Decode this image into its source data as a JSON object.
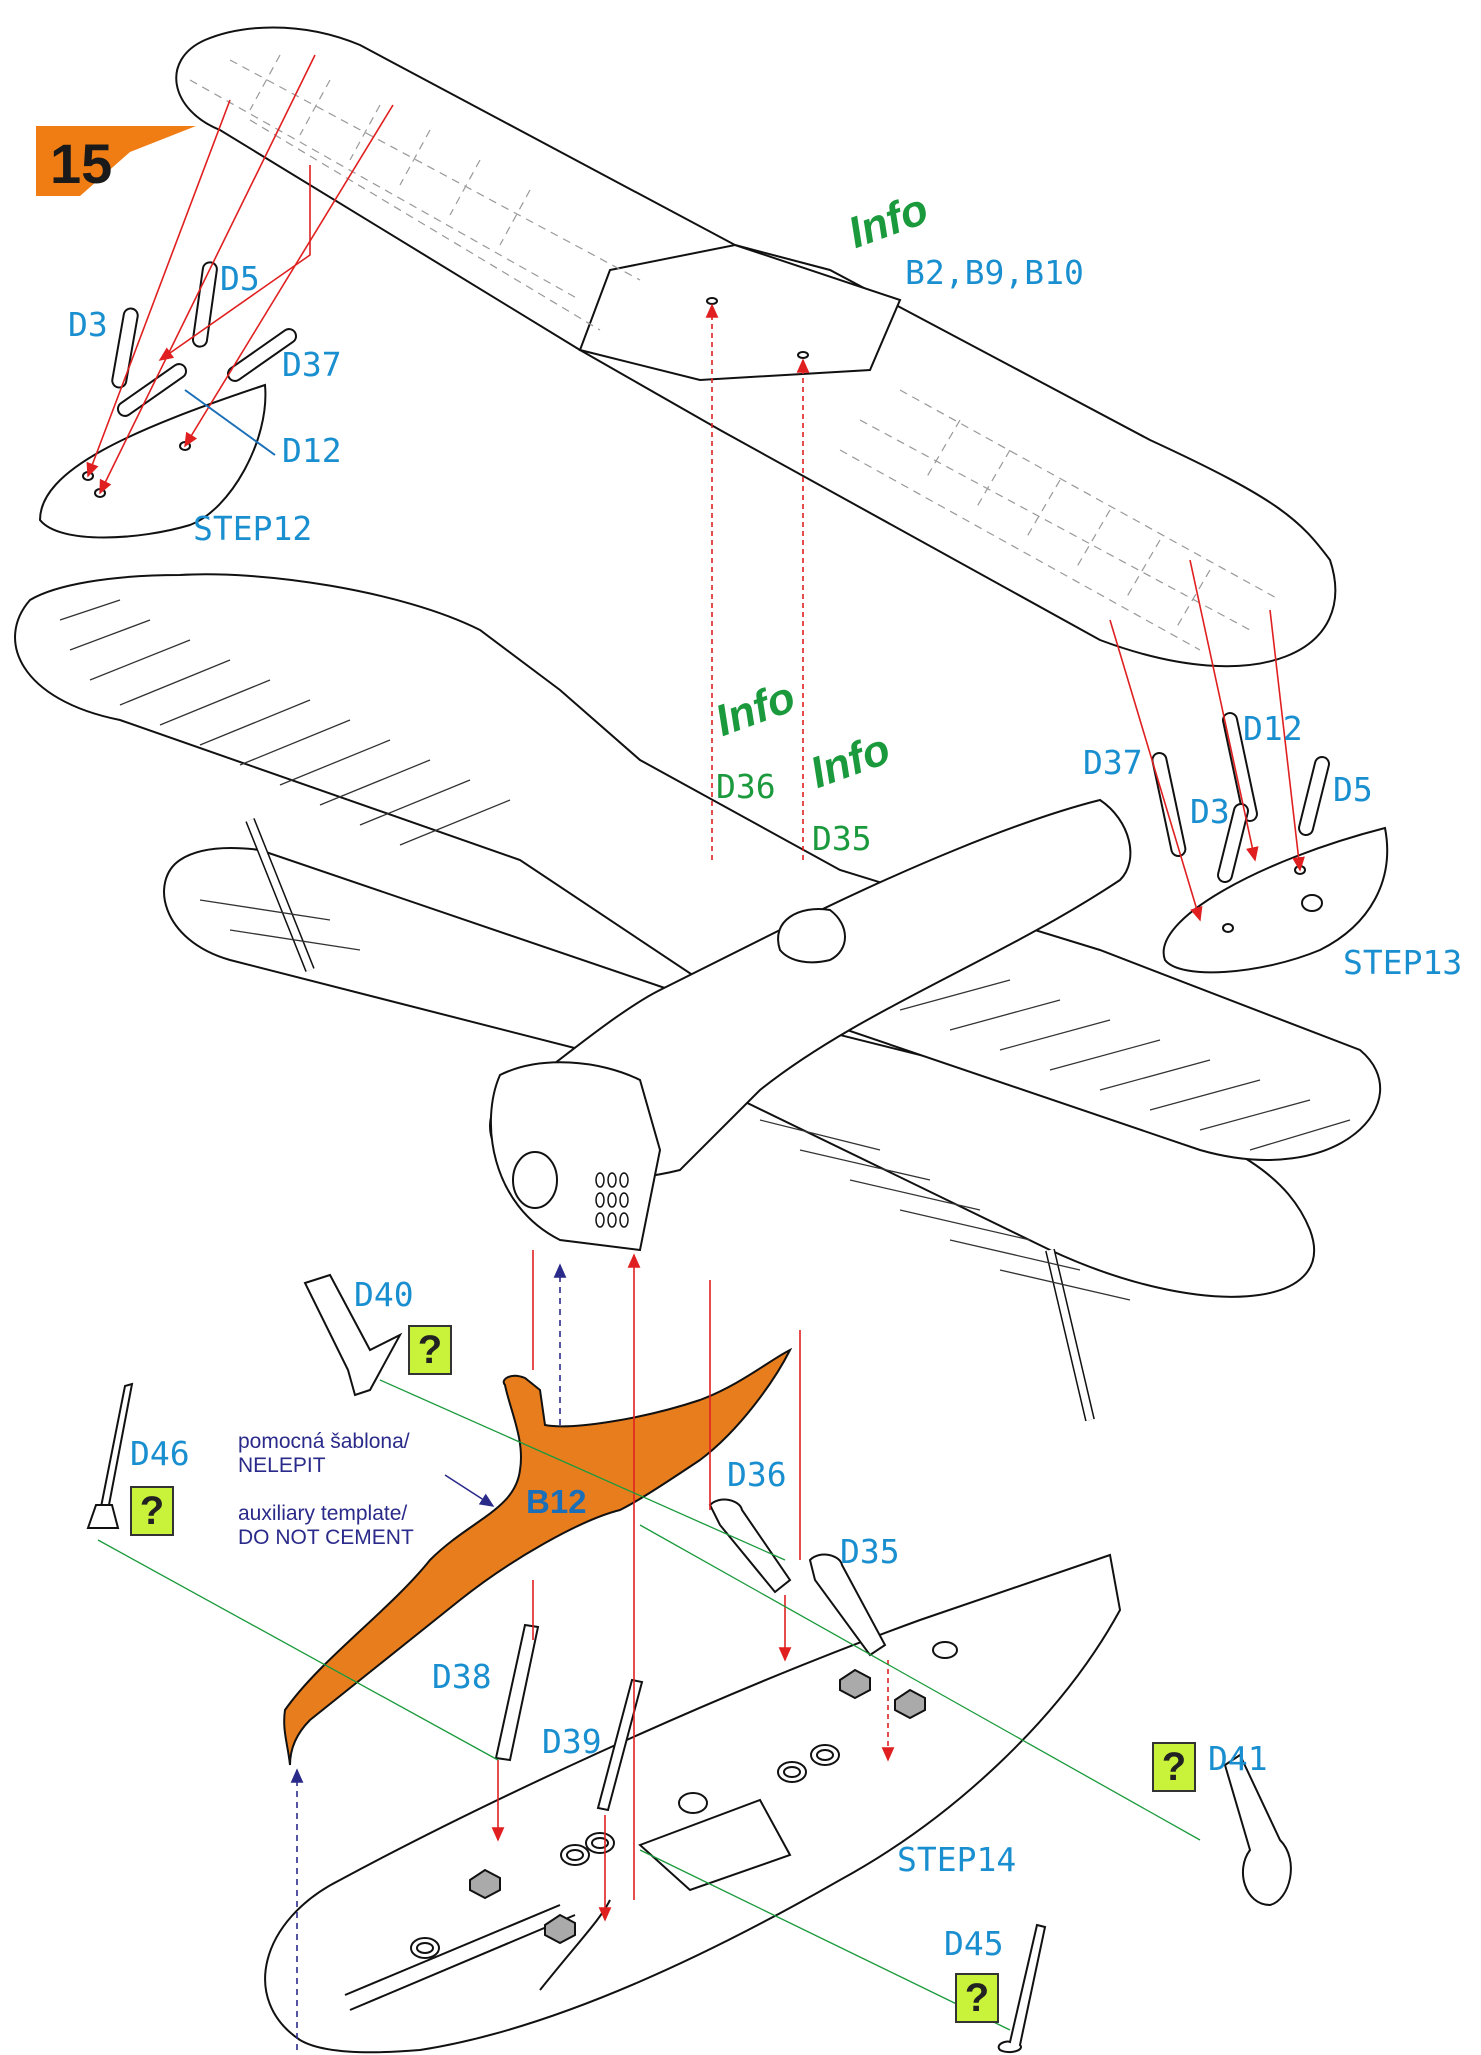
{
  "step_number": "15",
  "info_word": "Info",
  "info_refs": {
    "top_wing": "B2,B9,B10",
    "d36": "D36",
    "d35": "D35"
  },
  "step_labels": {
    "step12": "STEP12",
    "step13": "STEP13",
    "step14": "STEP14"
  },
  "part_labels": {
    "d3_left": "D3",
    "d5_left": "D5",
    "d37_left": "D37",
    "d12_left": "D12",
    "d37_right": "D37",
    "d12_right": "D12",
    "d3_right": "D3",
    "d5_right": "D5",
    "d40": "D40",
    "d46": "D46",
    "d36": "D36",
    "d35": "D35",
    "d38": "D38",
    "d39": "D39",
    "d41": "D41",
    "d45": "D45"
  },
  "template_part": "B12",
  "template_note": {
    "line1": "pomocná šablona/",
    "line2": "NELEPIT",
    "line3": "auxiliary template/",
    "line4": "DO NOT CEMENT"
  },
  "question_mark": "?",
  "colors": {
    "part_label": "#1a8fd0",
    "info": "#1a9a3c",
    "arrow": "#e02020",
    "template_fill": "#e87d1e",
    "badge": "#f07d14",
    "question_box": "#c9f23a",
    "note_text": "#2a2a8a"
  }
}
